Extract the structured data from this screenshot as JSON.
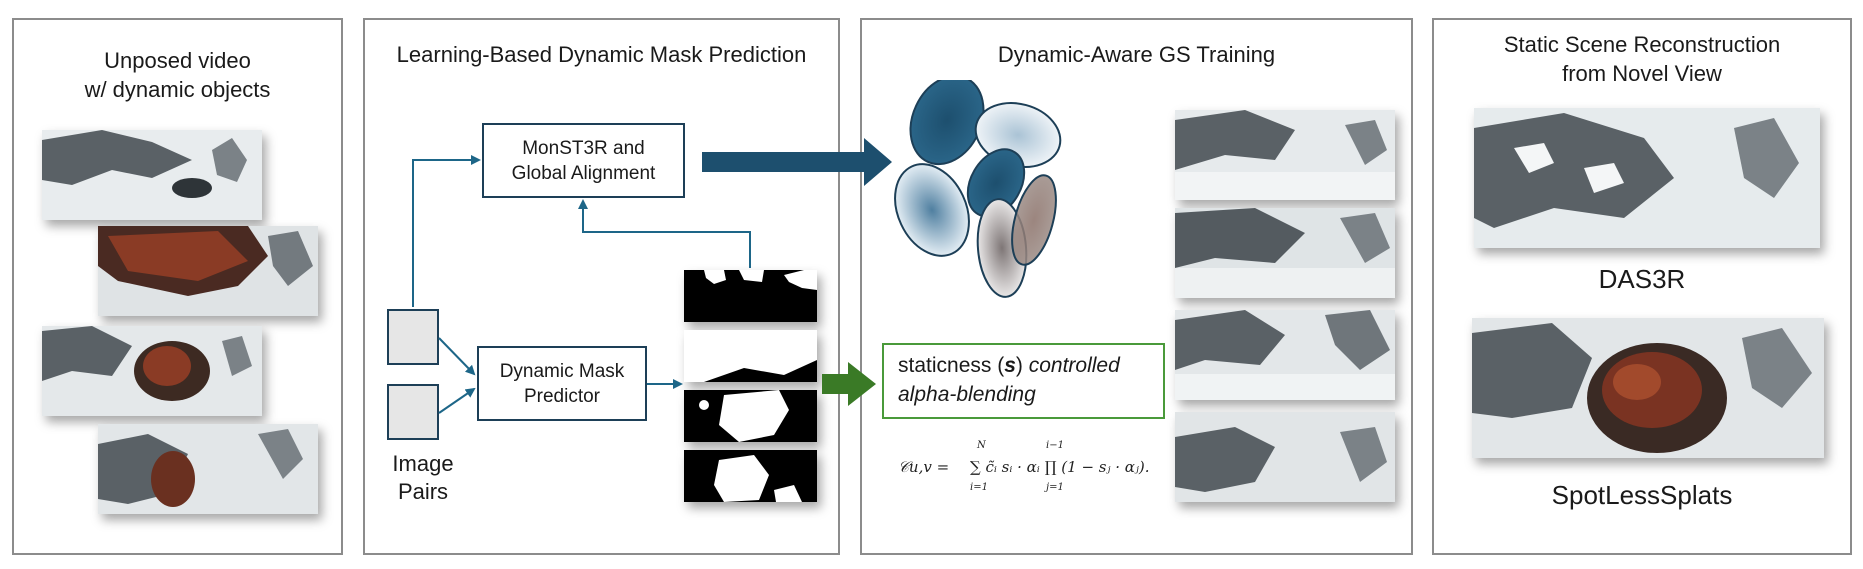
{
  "panel1": {
    "title_line1": "Unposed video",
    "title_line2": "w/ dynamic objects"
  },
  "panel2": {
    "title": "Learning-Based Dynamic Mask Prediction",
    "monst3r_line1": "MonST3R and",
    "monst3r_line2": "Global Alignment",
    "predictor_line1": "Dynamic Mask",
    "predictor_line2": "Predictor",
    "pairs_line1": "Image",
    "pairs_line2": "Pairs"
  },
  "panel3": {
    "title": "Dynamic-Aware GS Training",
    "staticness_prefix": "staticness (",
    "staticness_symbol": "s",
    "staticness_mid": ") ",
    "staticness_italic1": "controlled",
    "staticness_italic2": "alpha-blending",
    "formula_lhs": "𝒞u,v =",
    "formula_rhs": "∑ c̃ᵢ sᵢ · αᵢ ∏ (1 − sⱼ · αⱼ).",
    "formula_sum_top": "N",
    "formula_sum_bottom": "i=1",
    "formula_prod_top": "i−1",
    "formula_prod_bottom": "j=1"
  },
  "panel4": {
    "title_line1": "Static Scene Reconstruction",
    "title_line2": "from Novel View",
    "caption1": "DAS3R",
    "caption2": "SpotLessSplats"
  },
  "colors": {
    "dark_blue": "#1d4f6e",
    "arrow_green": "#3a7a26",
    "border_gray": "#8c8c8c"
  }
}
